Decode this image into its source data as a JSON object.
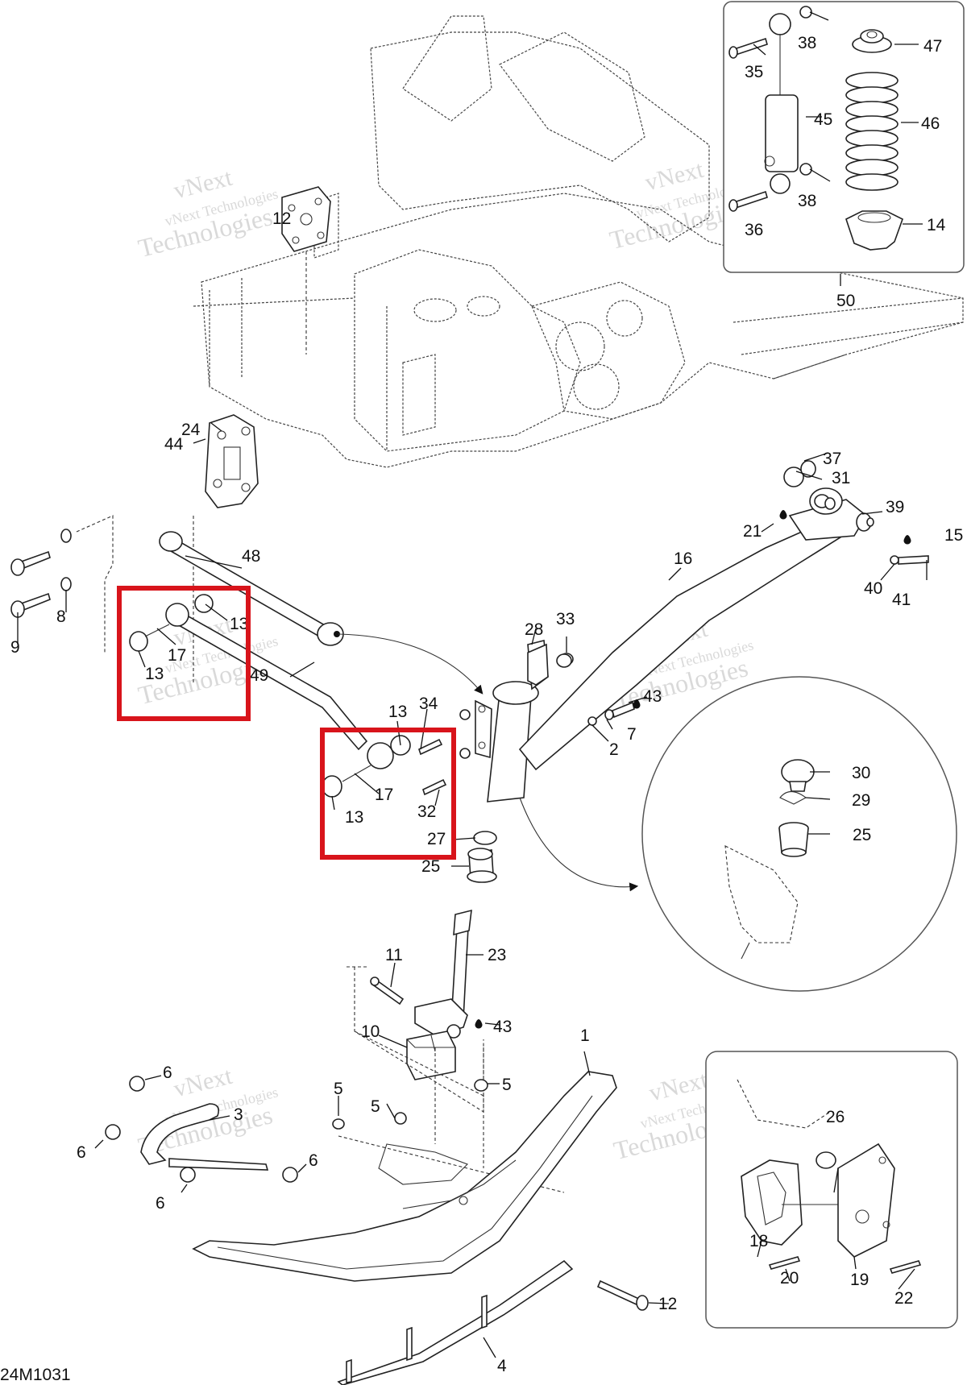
{
  "figure_code": "24M1031",
  "watermark": {
    "line1": "vNext",
    "line2": "vNext Technologies",
    "line3": "Technologies"
  },
  "callouts": [
    {
      "id": "c1",
      "label": "1"
    },
    {
      "id": "c2",
      "label": "2"
    },
    {
      "id": "c3",
      "label": "3"
    },
    {
      "id": "c4",
      "label": "4"
    },
    {
      "id": "c5a",
      "label": "5"
    },
    {
      "id": "c5b",
      "label": "5"
    },
    {
      "id": "c5c",
      "label": "5"
    },
    {
      "id": "c6a",
      "label": "6"
    },
    {
      "id": "c6b",
      "label": "6"
    },
    {
      "id": "c6c",
      "label": "6"
    },
    {
      "id": "c6d",
      "label": "6"
    },
    {
      "id": "c7",
      "label": "7"
    },
    {
      "id": "c8",
      "label": "8"
    },
    {
      "id": "c9",
      "label": "9"
    },
    {
      "id": "c10",
      "label": "10"
    },
    {
      "id": "c11",
      "label": "11"
    },
    {
      "id": "c12a",
      "label": "12"
    },
    {
      "id": "c12b",
      "label": "12"
    },
    {
      "id": "c13a",
      "label": "13"
    },
    {
      "id": "c13b",
      "label": "13"
    },
    {
      "id": "c13c",
      "label": "13"
    },
    {
      "id": "c13d",
      "label": "13"
    },
    {
      "id": "c14",
      "label": "14"
    },
    {
      "id": "c15",
      "label": "15"
    },
    {
      "id": "c16",
      "label": "16"
    },
    {
      "id": "c17a",
      "label": "17"
    },
    {
      "id": "c17b",
      "label": "17"
    },
    {
      "id": "c18",
      "label": "18"
    },
    {
      "id": "c19",
      "label": "19"
    },
    {
      "id": "c20",
      "label": "20"
    },
    {
      "id": "c21",
      "label": "21"
    },
    {
      "id": "c22",
      "label": "22"
    },
    {
      "id": "c23",
      "label": "23"
    },
    {
      "id": "c24",
      "label": "24"
    },
    {
      "id": "c25a",
      "label": "25"
    },
    {
      "id": "c25b",
      "label": "25"
    },
    {
      "id": "c26",
      "label": "26"
    },
    {
      "id": "c27",
      "label": "27"
    },
    {
      "id": "c28",
      "label": "28"
    },
    {
      "id": "c29",
      "label": "29"
    },
    {
      "id": "c30",
      "label": "30"
    },
    {
      "id": "c31",
      "label": "31"
    },
    {
      "id": "c32",
      "label": "32"
    },
    {
      "id": "c33",
      "label": "33"
    },
    {
      "id": "c34",
      "label": "34"
    },
    {
      "id": "c35",
      "label": "35"
    },
    {
      "id": "c36",
      "label": "36"
    },
    {
      "id": "c37",
      "label": "37"
    },
    {
      "id": "c38a",
      "label": "38"
    },
    {
      "id": "c38b",
      "label": "38"
    },
    {
      "id": "c39",
      "label": "39"
    },
    {
      "id": "c40",
      "label": "40"
    },
    {
      "id": "c41",
      "label": "41"
    },
    {
      "id": "c43a",
      "label": "43"
    },
    {
      "id": "c43b",
      "label": "43"
    },
    {
      "id": "c44",
      "label": "44"
    },
    {
      "id": "c45",
      "label": "45"
    },
    {
      "id": "c46",
      "label": "46"
    },
    {
      "id": "c47",
      "label": "47"
    },
    {
      "id": "c48",
      "label": "48"
    },
    {
      "id": "c49",
      "label": "49"
    },
    {
      "id": "c50",
      "label": "50"
    }
  ],
  "highlight_color": "#d8141b"
}
